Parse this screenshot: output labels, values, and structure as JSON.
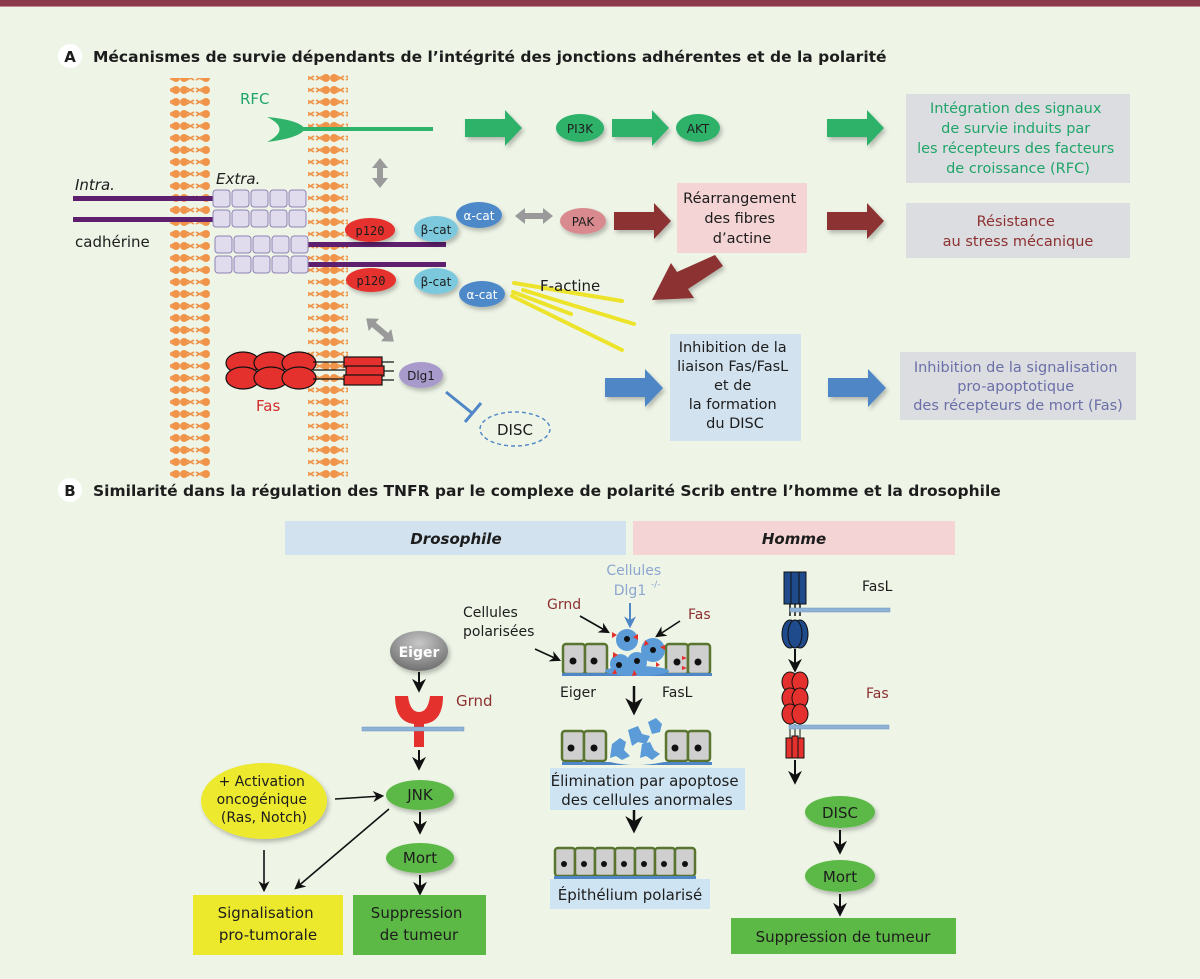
{
  "colors": {
    "background": "#eef5e7",
    "top_bar": "#8a3a4a",
    "green_arrow": "#2fb26a",
    "dark_red_arrow": "#8c3030",
    "blue_arrow": "#4f86c6",
    "grey_box": "#dcdde0",
    "pink_box": "#f4d4d4",
    "light_blue_box": "#d2e2ef",
    "membrane": "#f0944a",
    "cadherin_purple": "#5e1f6e",
    "cadherin_domain": "#e0dcee",
    "p120": "#e5312d",
    "beta_cat": "#7cc8dd",
    "alpha_cat": "#4d88c9",
    "pak": "#d98a8f",
    "dlg1": "#a89bcc",
    "factin": "#ece32a",
    "jnk_green": "#5db946",
    "yellow": "#ece92d"
  },
  "panel_a": {
    "letter": "A",
    "title": "Mécanismes de survie dépendants de l’intégrité des jonctions adhérentes et de la polarité",
    "labels": {
      "rfc": "RFC",
      "intra": "Intra.",
      "extra": "Extra.",
      "cadherine": "cadhérine",
      "fas": "Fas",
      "f_actine": "F-actine",
      "disc": "DISC"
    },
    "nodes": {
      "p120_top": "p120",
      "p120_bottom": "p120",
      "beta_cat_top": "β-cat",
      "beta_cat_bottom": "β-cat",
      "alpha_cat_top": "α-cat",
      "alpha_cat_bottom": "α-cat",
      "pak": "PAK",
      "pi3k": "PI3K",
      "akt": "AKT",
      "dlg1": "Dlg1"
    },
    "boxes": {
      "integration": [
        "Intégration des signaux",
        "de survie induits par",
        "les récepteurs des facteurs",
        "de croissance (RFC)"
      ],
      "rearrangement": [
        "Réarrangement",
        "des fibres",
        "d’actine"
      ],
      "resistance": [
        "Résistance",
        "au stress mécanique"
      ],
      "inhibition_liaison": [
        "Inhibition de la",
        "liaison Fas/FasL",
        "et de",
        "la formation",
        "du DISC"
      ],
      "inhibition_signalisation": [
        "Inhibition de la signalisation",
        "pro-apoptotique",
        "des récepteurs de mort (Fas)"
      ]
    }
  },
  "panel_b": {
    "letter": "B",
    "title": "Similarité dans la régulation des TNFR par le complexe de polarité Scrib entre l’homme et la drosophile",
    "headers": {
      "drosophile": "Drosophile",
      "homme": "Homme"
    },
    "drosophila": {
      "eiger": "Eiger",
      "grnd": "Grnd",
      "activation": [
        "+ Activation",
        "oncogénique",
        "(Ras, Notch)"
      ],
      "jnk": "JNK",
      "mort": "Mort",
      "signalisation": [
        "Signalisation",
        "pro-tumorale"
      ],
      "suppression": [
        "Suppression",
        "de tumeur"
      ]
    },
    "middle": {
      "cellules_dlg1": [
        "Cellules",
        "Dlg1"
      ],
      "dlg1_superscript": "-/-",
      "grnd": "Grnd",
      "fas": "Fas",
      "cellules_polarisees": [
        "Cellules",
        "polarisées"
      ],
      "eiger": "Eiger",
      "fasl": "FasL",
      "elimination": [
        "Élimination par apoptose",
        "des cellules anormales"
      ],
      "epithelium": "Épithélium polarisé"
    },
    "human": {
      "fasl": "FasL",
      "fas": "Fas",
      "disc": "DISC",
      "mort": "Mort",
      "suppression": "Suppression de tumeur"
    }
  }
}
